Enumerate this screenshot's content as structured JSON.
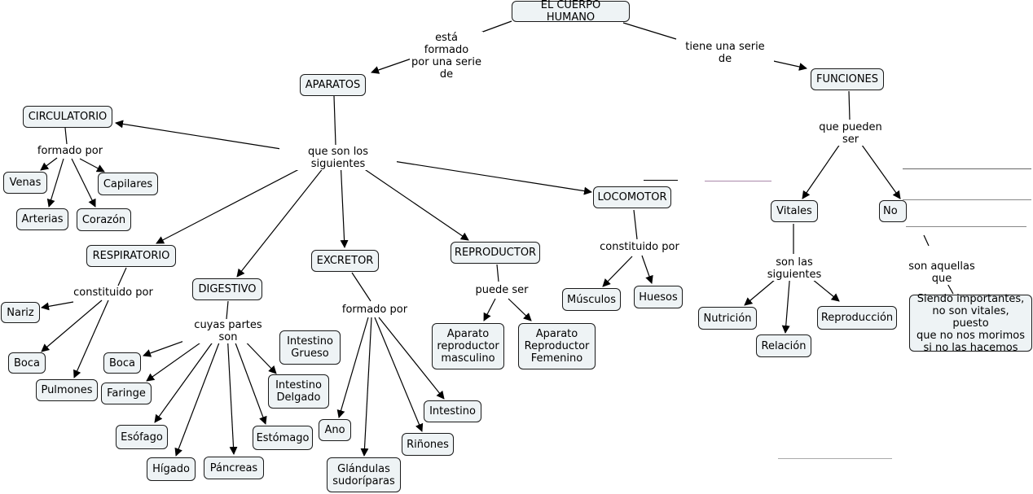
{
  "nodes": {
    "cuerpo": "EL CUERPO HUMANO",
    "aparatos": "APARATOS",
    "funciones": "FUNCIONES",
    "circulatorio": "CIRCULATORIO",
    "venas": "Venas",
    "capilares": "Capilares",
    "arterias": "Arterias",
    "corazon": "Corazón",
    "respiratorio": "RESPIRATORIO",
    "nariz": "Nariz",
    "boca_resp": "Boca",
    "pulmones": "Pulmones",
    "digestivo": "DIGESTIVO",
    "boca_dig": "Boca",
    "faringe": "Faringe",
    "esofago": "Esófago",
    "higado": "Hígado",
    "pancreas": "Páncreas",
    "estomago": "Estómago",
    "intestino_delgado": "Intestino\nDelgado",
    "intestino_grueso": "Intestino\nGrueso",
    "excretor": "EXCRETOR",
    "ano": "Ano",
    "glandulas": "Glándulas\nsudoríparas",
    "rinones": "Riñones",
    "intestino": "Intestino",
    "reproductor": "REPRODUCTOR",
    "rep_masculino": "Aparato\nreproductor\nmasculino",
    "rep_femenino": "Aparato\nReproductor\nFemenino",
    "locomotor": "LOCOMOTOR",
    "musculos": "Músculos",
    "huesos": "Huesos",
    "vitales": "Vitales",
    "no_vitales": "No",
    "nutricion": "Nutrición",
    "relacion": "Relación",
    "reproduccion": "Reproducción",
    "siendo": "Siendo importantes,\nno son vitales, puesto\nque no nos morimos\nsi no las hacemos"
  },
  "labels": {
    "esta_formado": "está formado\npor una serie\nde",
    "tiene_serie": "tiene una serie de",
    "que_son": "que son los siguientes",
    "formado_por_circ": "formado por",
    "constituido_resp": "constituido por",
    "cuyas_partes": "cuyas partes son",
    "formado_por_exc": "formado por",
    "puede_ser": "puede ser",
    "constituido_loco": "constituido por",
    "que_pueden": "que pueden ser",
    "son_siguientes": "son las siguientes",
    "son_aquellas": "son aquellas que"
  }
}
